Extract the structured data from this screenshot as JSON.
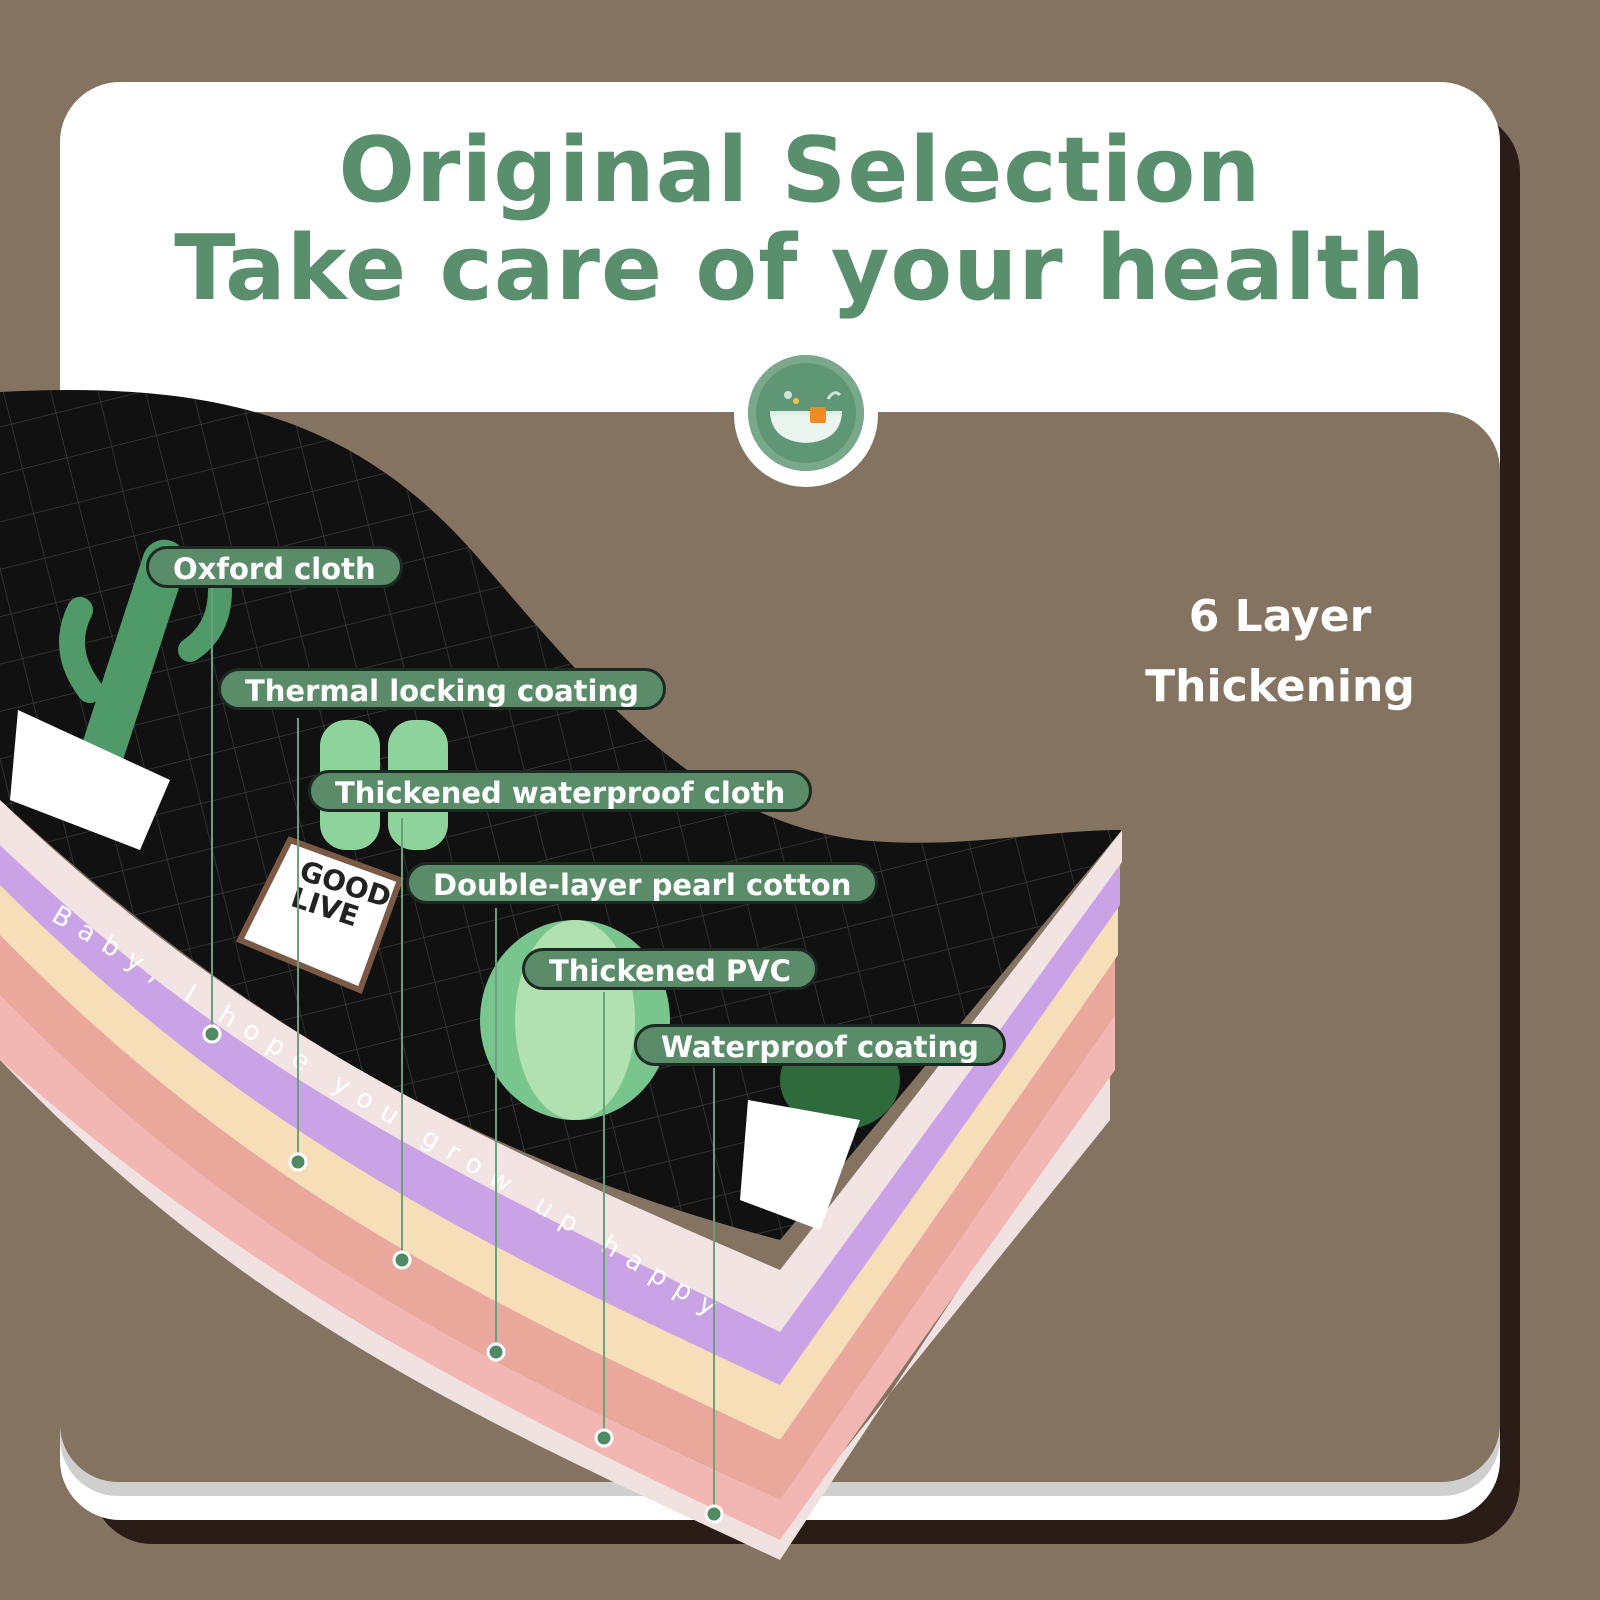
{
  "headline": {
    "line1": "Original Selection",
    "line2": "Take care of your health"
  },
  "side_text": {
    "line1": "6 Layer",
    "line2": "Thickening"
  },
  "mat_text": "Baby, I hope you grow up happy",
  "pot_text": {
    "line1": "GOOD",
    "line2": "LIVE"
  },
  "layers": [
    {
      "label": "Oxford cloth"
    },
    {
      "label": "Thermal locking coating"
    },
    {
      "label": "Thickened waterproof cloth"
    },
    {
      "label": "Double-layer pearl cotton"
    },
    {
      "label": "Thickened PVC"
    },
    {
      "label": "Waterproof coating"
    }
  ],
  "colors": {
    "brown": "#857362",
    "green": "#5b8c69",
    "headline_green": "#5a8f6e",
    "mat_black": "#111111",
    "layer_lilac": "#c9a3e6",
    "layer_cream": "#f6dfb8",
    "layer_pink": "#f3b7b3",
    "layer_light": "#f3e4e4"
  },
  "icons": [
    "bowl-badge-icon",
    "cactus-icon",
    "plant-pot-icon"
  ]
}
